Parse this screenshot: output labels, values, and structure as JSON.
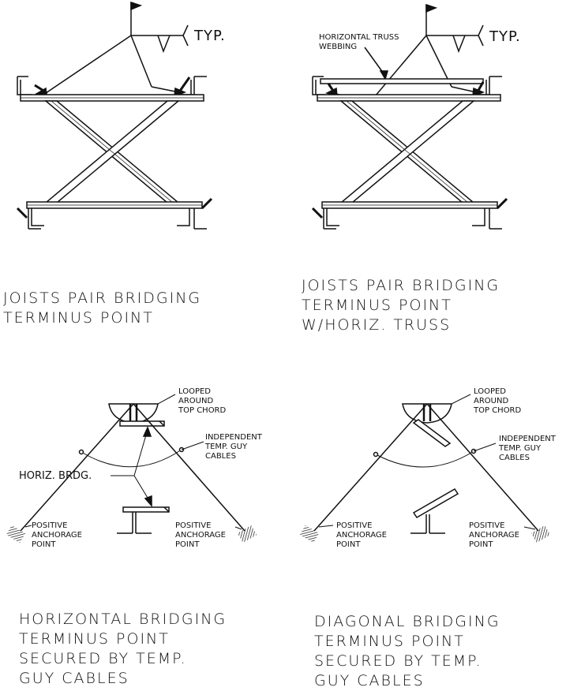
{
  "panels": [
    {
      "id": "joists-pair",
      "caption_lines": [
        "JOISTS PAIR BRIDGING",
        "TERMINUS POINT"
      ],
      "typ_label": "TYP."
    },
    {
      "id": "joists-pair-truss",
      "caption_lines": [
        "JOISTS PAIR BRIDGING",
        "TERMINUS POINT",
        "W/HORIZ. TRUSS"
      ],
      "typ_label": "TYP.",
      "truss_label_lines": [
        "HORIZONTAL TRUSS",
        "WEBBING"
      ]
    },
    {
      "id": "horizontal-bridging",
      "caption_lines": [
        "HORIZONTAL BRIDGING",
        "TERMINUS POINT",
        "SECURED BY TEMP.",
        "GUY CABLES"
      ],
      "looped_label_lines": [
        "LOOPED",
        "AROUND",
        "TOP CHORD"
      ],
      "cables_label_lines": [
        "INDEPENDENT",
        "TEMP. GUY",
        "CABLES"
      ],
      "horiz_brdg_label": "HORIZ. BRDG.",
      "left_anchor_label_lines": [
        "POSITIVE",
        "ANCHORAGE",
        "POINT"
      ],
      "right_anchor_label_lines": [
        "POSITIVE",
        "ANCHORAGE",
        "POINT"
      ]
    },
    {
      "id": "diagonal-bridging",
      "caption_lines": [
        "DIAGONAL BRIDGING",
        "TERMINUS POINT",
        "SECURED BY TEMP.",
        "GUY CABLES"
      ],
      "looped_label_lines": [
        "LOOPED",
        "AROUND",
        "TOP CHORD"
      ],
      "cables_label_lines": [
        "INDEPENDENT",
        "TEMP. GUY",
        "CABLES"
      ],
      "left_anchor_label_lines": [
        "POSITIVE",
        "ANCHORAGE",
        "POINT"
      ],
      "right_anchor_label_lines": [
        "POSITIVE",
        "ANCHORAGE",
        "POINT"
      ]
    }
  ]
}
